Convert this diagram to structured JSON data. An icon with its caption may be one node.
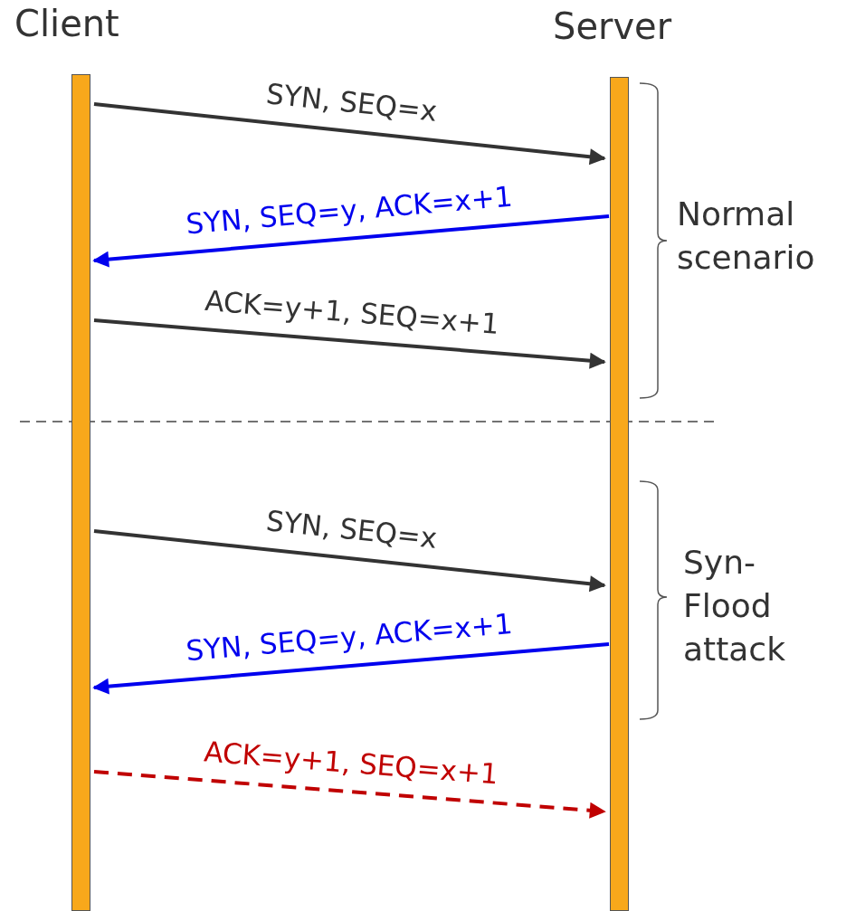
{
  "diagram": {
    "nodes": [
      {
        "text": [
          "Client"
        ]
      },
      {
        "text": [
          "Server"
        ]
      }
    ],
    "edges": [
      {
        "from": 0,
        "to": 1,
        "arrow": "to",
        "label": "SYN, SEQ=x"
      },
      {
        "from": 1,
        "to": 0,
        "arrow": "to",
        "label": "SYN, SEQ=y, ACK=x+1",
        "color": "#0000ee"
      },
      {
        "from": 0,
        "to": 1,
        "arrow": "to",
        "label": "ACK=y+1, SEQ=x+1"
      },
      {
        "from": 0,
        "to": 1,
        "arrow": "to",
        "label": "SYN, SEQ=x"
      },
      {
        "from": 1,
        "to": 0,
        "arrow": "to",
        "label": "SYN, SEQ=y, ACK=x+1",
        "color": "#0000ee"
      },
      {
        "from": 0,
        "to": 1,
        "arrow": "to",
        "label": "ACK=y+1, SEQ=x+1",
        "style": "dashed",
        "color": "#c00000"
      }
    ],
    "labels": [
      "Normal scenario",
      "Syn-Flood attack"
    ]
  }
}
